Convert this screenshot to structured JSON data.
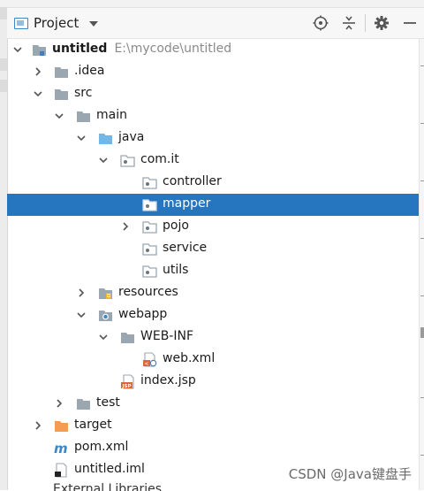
{
  "toolbar": {
    "title": "Project",
    "icons": [
      "project-view-icon",
      "chevron-down-icon",
      "locate-icon",
      "collapse-all-icon",
      "gear-icon",
      "minimize-icon"
    ]
  },
  "tree": {
    "root": {
      "name": "untitled",
      "path": "E:\\mycode\\untitled"
    },
    "idea": ".idea",
    "src": "src",
    "main": "main",
    "java": "java",
    "comit": "com.it",
    "controller": "controller",
    "mapper": "mapper",
    "pojo": "pojo",
    "service": "service",
    "utils": "utils",
    "resources": "resources",
    "webapp": "webapp",
    "webinf": "WEB-INF",
    "webxml": "web.xml",
    "indexjsp": "index.jsp",
    "test": "test",
    "target": "target",
    "pomxml": "pom.xml",
    "iml": "untitled.iml",
    "external": "External Libraries"
  },
  "watermark": "CSDN @Java键盘手",
  "colors": {
    "selection": "#2675bf",
    "folder": "#9aa7b0",
    "source_folder": "#72b7e6",
    "target_folder": "#f39c52"
  }
}
